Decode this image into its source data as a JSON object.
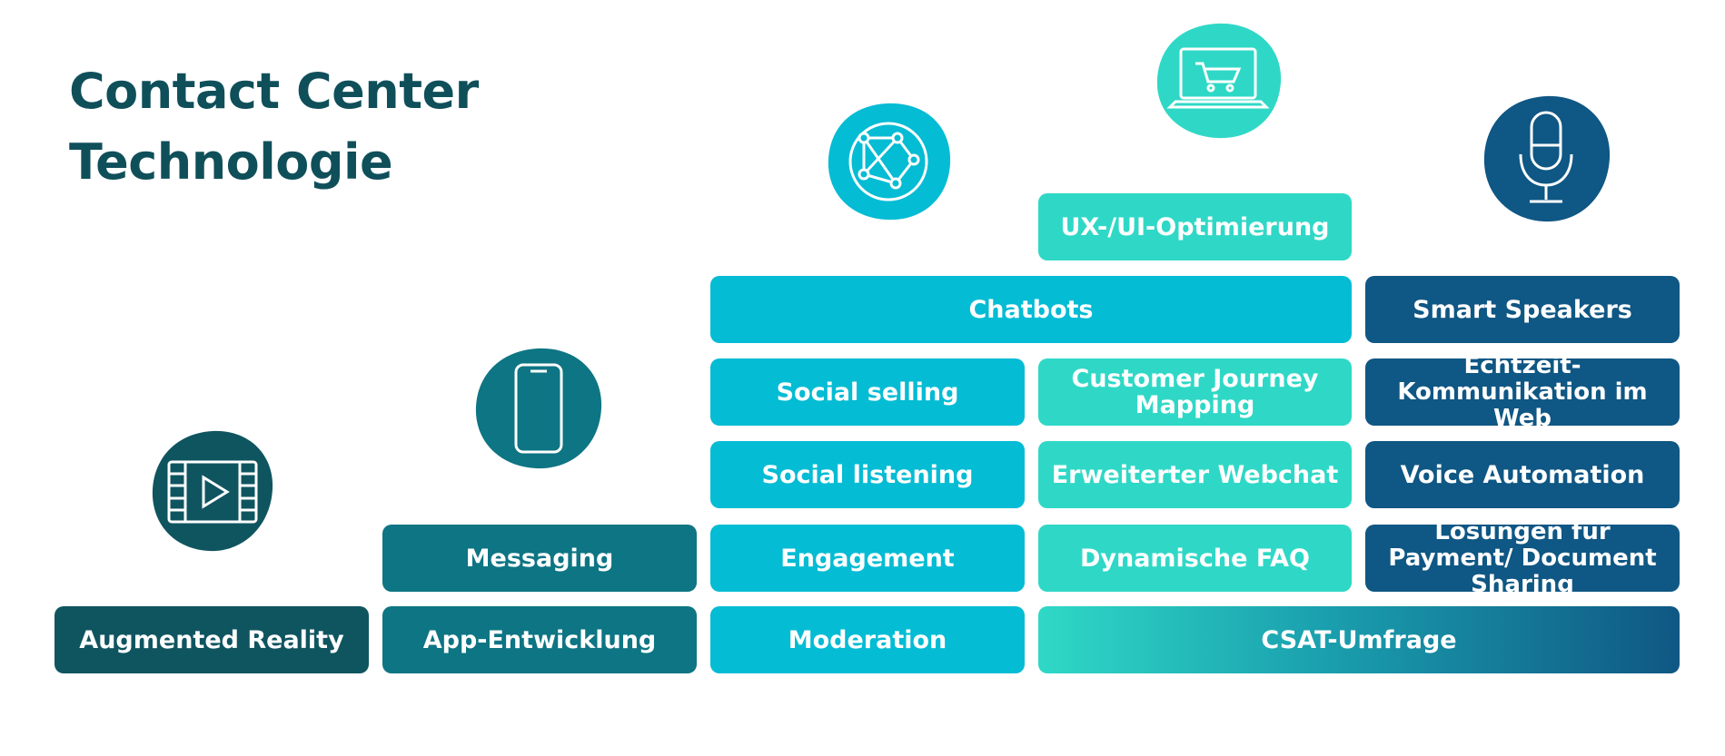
{
  "title": {
    "line1": "Contact Center",
    "line2": "Technologie"
  },
  "colors": {
    "dark": "#0f5560",
    "teal": "#0d7583",
    "cyan": "#04bcd4",
    "mint": "#2fd8c6",
    "navy": "#0f5784",
    "title": "#0f4f5a"
  },
  "icons": [
    "video-icon",
    "smartphone-icon",
    "globe-network-icon",
    "laptop-cart-icon",
    "microphone-icon"
  ],
  "columns": {
    "col1": {
      "ar": "Augmented Reality"
    },
    "col2": {
      "app": "App-Entwicklung",
      "messaging": "Messaging"
    },
    "col3": {
      "moderation": "Moderation",
      "engagement": "Engagement",
      "social_listening": "Social listening",
      "social_selling": "Social selling"
    },
    "col4": {
      "faq": "Dynamische FAQ",
      "webchat": "Erweiterter Webchat",
      "journey": "Customer Journey Mapping",
      "ux": "UX-/UI-Optimierung"
    },
    "col5": {
      "payment": "Lösungen für Payment/ Document Sharing",
      "voice": "Voice Automation",
      "echtzeit": "Echtzeit-Kommunikation im Web",
      "speakers": "Smart Speakers"
    },
    "wide": {
      "chatbots": "Chatbots",
      "csat": "CSAT-Umfrage"
    }
  }
}
